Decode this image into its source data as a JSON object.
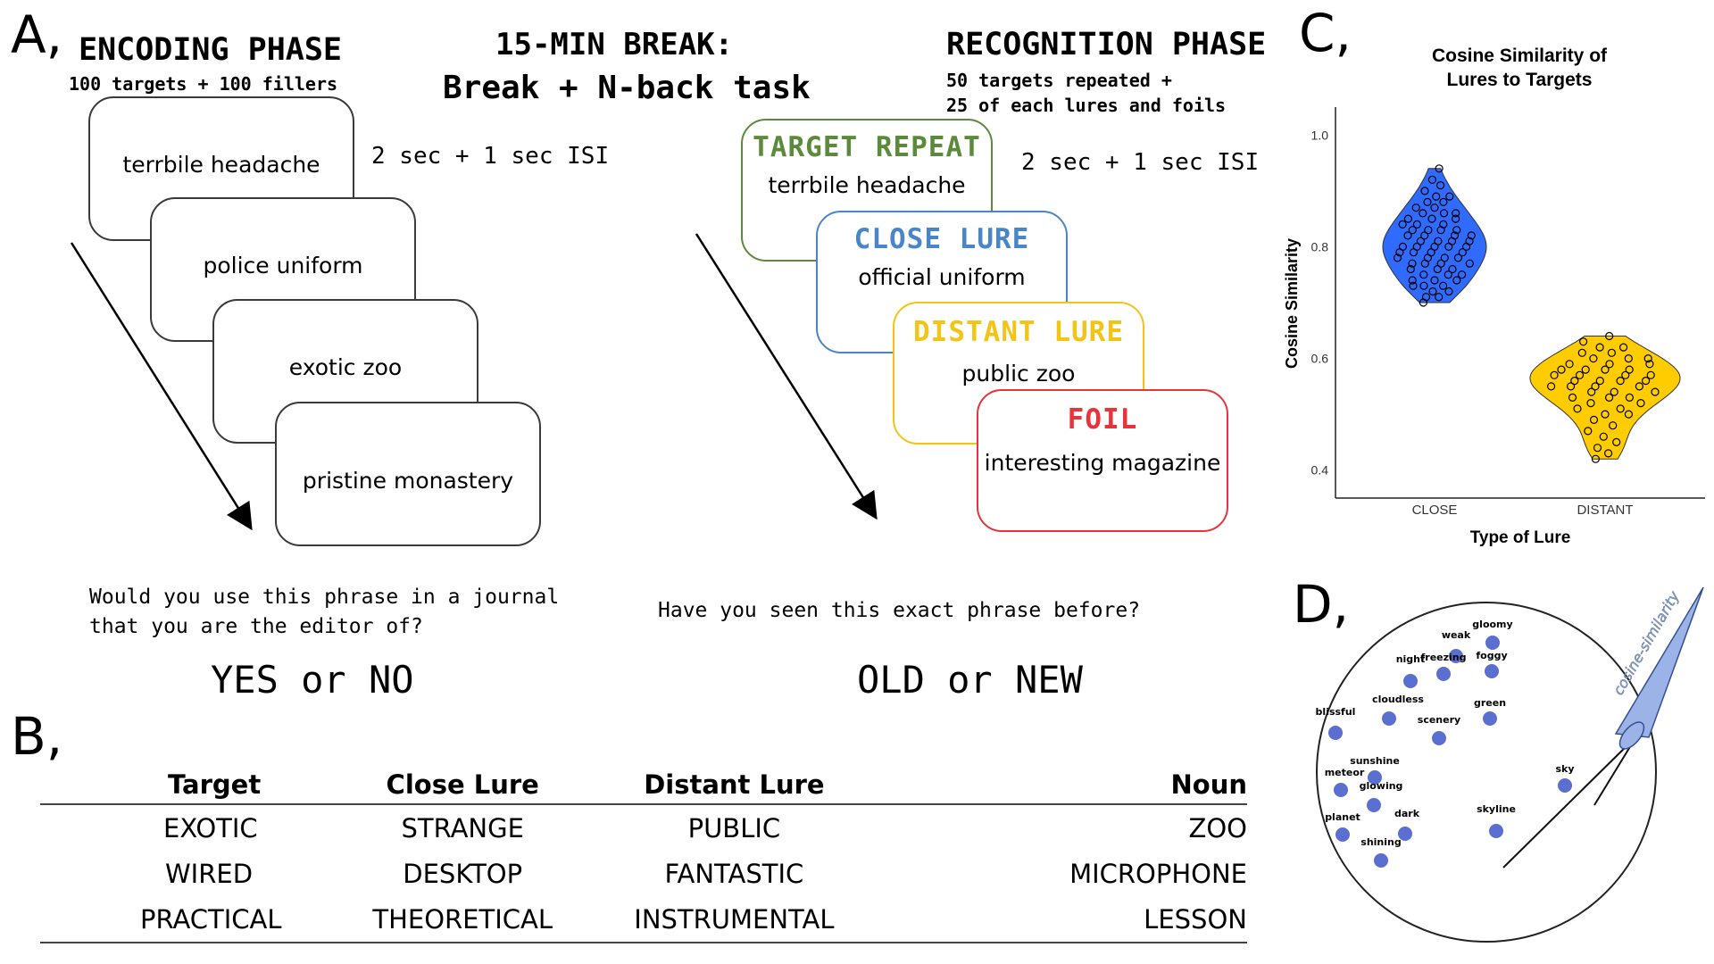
{
  "panel_a": {
    "letter": "A,",
    "encoding": {
      "title": "ENCODING PHASE",
      "subtitle": "100 targets + 100 fillers",
      "timing": "2 sec + 1 sec ISI",
      "cards": [
        "terrbile headache",
        "police uniform",
        "exotic zoo",
        "pristine monastery"
      ],
      "question_line1": "Would you use this phrase in a journal",
      "question_line2": "that you are the editor of?",
      "response": "YES or NO"
    },
    "break": {
      "line1": "15-MIN BREAK:",
      "line2": "Break + N-back task"
    },
    "recognition": {
      "title": "RECOGNITION PHASE",
      "subtitle1": "50 targets repeated +",
      "subtitle2": "25 of each lures and foils",
      "timing": "2 sec + 1 sec ISI",
      "cards": [
        {
          "label": "TARGET REPEAT",
          "phrase": "terrbile headache",
          "color": "#5a8a3a"
        },
        {
          "label": "CLOSE LURE",
          "phrase": "official uniform",
          "color": "#4a86c5"
        },
        {
          "label": "DISTANT LURE",
          "phrase": "public zoo",
          "color": "#f2c417"
        },
        {
          "label": "FOIL",
          "phrase": "interesting magazine",
          "color": "#e8333a"
        }
      ],
      "question": "Have you seen this exact phrase before?",
      "response": "OLD or NEW"
    }
  },
  "panel_b": {
    "letter": "B,",
    "headers": [
      "Target",
      "Close Lure",
      "Distant Lure",
      "Noun"
    ],
    "rows": [
      [
        "EXOTIC",
        "STRANGE",
        "PUBLIC",
        "ZOO"
      ],
      [
        "WIRED",
        "DESKTOP",
        "FANTASTIC",
        "MICROPHONE"
      ],
      [
        "PRACTICAL",
        "THEORETICAL",
        "INSTRUMENTAL",
        "LESSON"
      ]
    ]
  },
  "panel_c": {
    "letter": "C,",
    "chart_data": {
      "type": "violin",
      "title": "Cosine Similarity of Lures to Targets",
      "title_line1": "Cosine Similarity of",
      "title_line2": "Lures to Targets",
      "xlabel": "Type of Lure",
      "ylabel": "Cosine Similarity",
      "categories": [
        "CLOSE",
        "DISTANT"
      ],
      "yticks": [
        "0.4",
        "0.6",
        "0.8",
        "1.0"
      ],
      "ylim": [
        0.35,
        1.05
      ],
      "series": [
        {
          "category": "CLOSE",
          "color": "#2f6bff",
          "min": 0.7,
          "max": 0.94,
          "median": 0.8,
          "values": [
            0.7,
            0.71,
            0.71,
            0.72,
            0.72,
            0.73,
            0.73,
            0.73,
            0.74,
            0.74,
            0.74,
            0.75,
            0.75,
            0.75,
            0.76,
            0.76,
            0.76,
            0.77,
            0.77,
            0.77,
            0.77,
            0.78,
            0.78,
            0.78,
            0.78,
            0.79,
            0.79,
            0.79,
            0.79,
            0.8,
            0.8,
            0.8,
            0.8,
            0.8,
            0.81,
            0.81,
            0.81,
            0.81,
            0.82,
            0.82,
            0.82,
            0.82,
            0.83,
            0.83,
            0.83,
            0.83,
            0.84,
            0.84,
            0.84,
            0.85,
            0.85,
            0.85,
            0.86,
            0.86,
            0.86,
            0.87,
            0.87,
            0.88,
            0.88,
            0.89,
            0.89,
            0.9,
            0.91,
            0.92,
            0.94
          ]
        },
        {
          "category": "DISTANT",
          "color": "#ffcc00",
          "min": 0.42,
          "max": 0.64,
          "median": 0.56,
          "values": [
            0.42,
            0.43,
            0.44,
            0.45,
            0.46,
            0.47,
            0.48,
            0.49,
            0.5,
            0.5,
            0.51,
            0.51,
            0.52,
            0.52,
            0.53,
            0.53,
            0.53,
            0.54,
            0.54,
            0.54,
            0.55,
            0.55,
            0.55,
            0.55,
            0.56,
            0.56,
            0.56,
            0.56,
            0.57,
            0.57,
            0.57,
            0.57,
            0.58,
            0.58,
            0.58,
            0.58,
            0.59,
            0.59,
            0.59,
            0.6,
            0.6,
            0.6,
            0.61,
            0.61,
            0.62,
            0.62,
            0.63,
            0.64
          ]
        }
      ]
    }
  },
  "panel_d": {
    "letter": "D,",
    "pointer_label": "cosine-similarity",
    "words": [
      "weak",
      "gloomy",
      "night",
      "freezing",
      "foggy",
      "cloudless",
      "blissful",
      "green",
      "scenery",
      "sunshine",
      "meteor",
      "glowing",
      "sky",
      "planet",
      "dark",
      "skyline",
      "shining"
    ]
  }
}
